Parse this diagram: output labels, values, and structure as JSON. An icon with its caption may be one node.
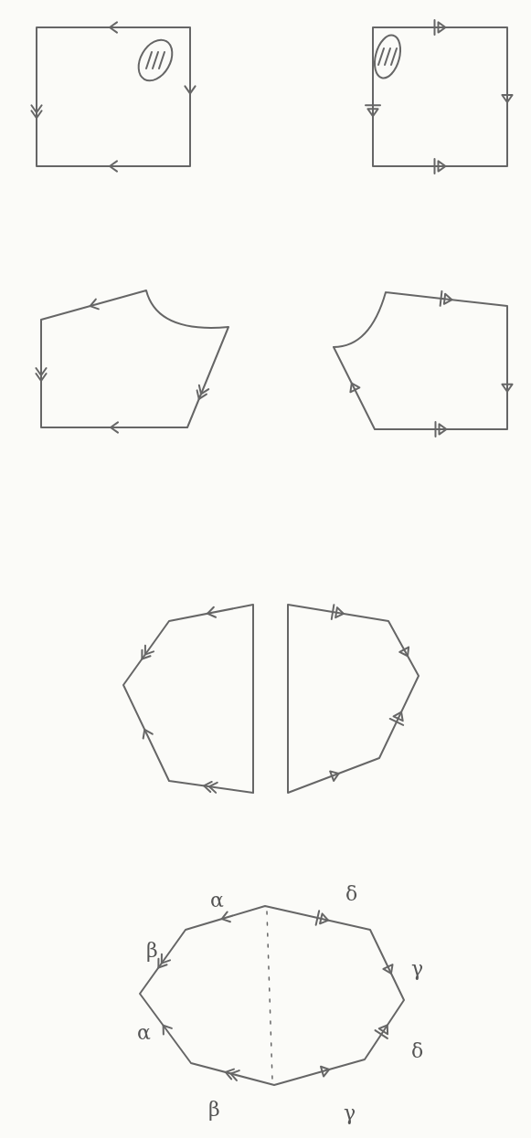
{
  "diagram": {
    "labels": [
      "α",
      "δ",
      "β",
      "γ",
      "α",
      "δ",
      "β",
      "γ"
    ]
  }
}
